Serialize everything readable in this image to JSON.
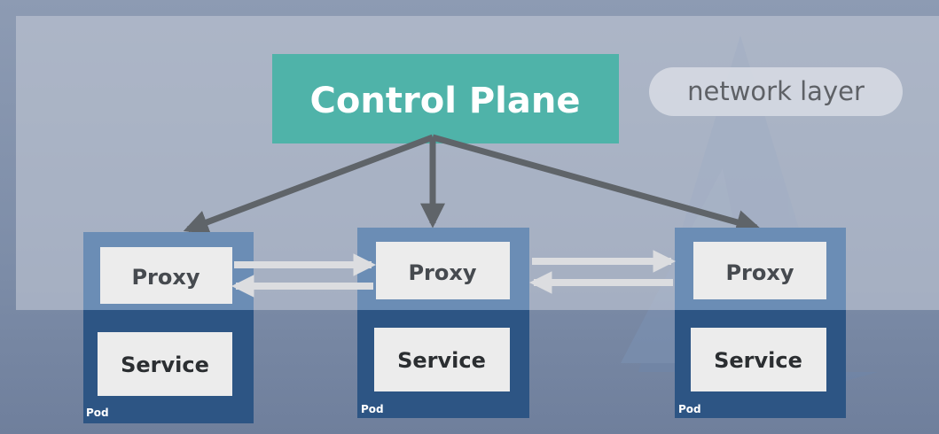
{
  "control_plane": {
    "label": "Control Plane",
    "color": "#4fb3a9"
  },
  "network_layer": {
    "label": "network layer"
  },
  "pods": [
    {
      "proxy": "Proxy",
      "service": "Service",
      "pod": "Pod"
    },
    {
      "proxy": "Proxy",
      "service": "Service",
      "pod": "Pod"
    },
    {
      "proxy": "Proxy",
      "service": "Service",
      "pod": "Pod"
    }
  ],
  "colors": {
    "network_layer_overlay": "#b4bccc",
    "pod_upper": "#6b8db5",
    "pod_lower": "#2d5584",
    "box_fill": "#ececec",
    "arrow_dark": "#5f6469",
    "arrow_light": "#dcdde0",
    "label_text": "#464a4f"
  }
}
